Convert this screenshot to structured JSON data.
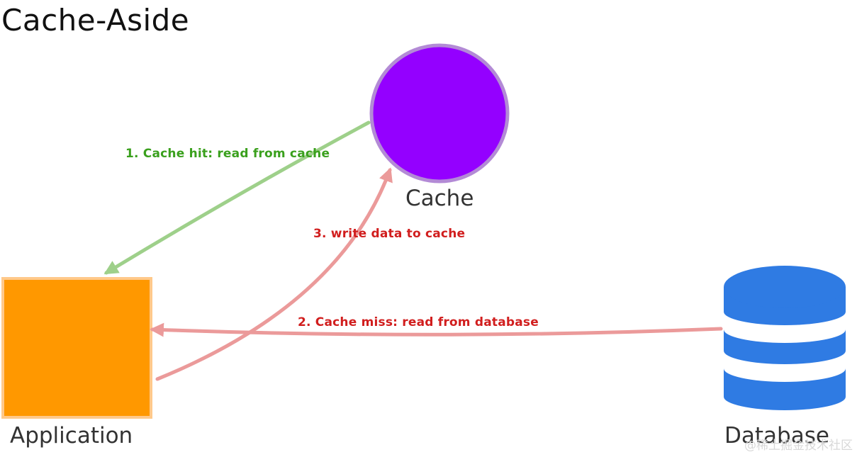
{
  "title": "Cache-Aside",
  "nodes": {
    "cache": {
      "label": "Cache",
      "color": "#9400ff",
      "border_color": "#b38ad6"
    },
    "application": {
      "label": "Application",
      "color": "#ff9800",
      "border_color": "#ffc98a"
    },
    "database": {
      "label": "Database",
      "color": "#2f7be3"
    }
  },
  "edges": {
    "cache_hit": {
      "label": "1. Cache hit: read from cache",
      "color": "#9ed08a",
      "text_color": "#3aa01d"
    },
    "cache_miss": {
      "label": "2. Cache miss: read from database",
      "color": "#eb9a9a",
      "text_color": "#d11e1e"
    },
    "write_cache": {
      "label": "3. write data to cache",
      "color": "#eb9a9a",
      "text_color": "#d11e1e"
    }
  },
  "watermark": "@稀土掘金技术社区"
}
